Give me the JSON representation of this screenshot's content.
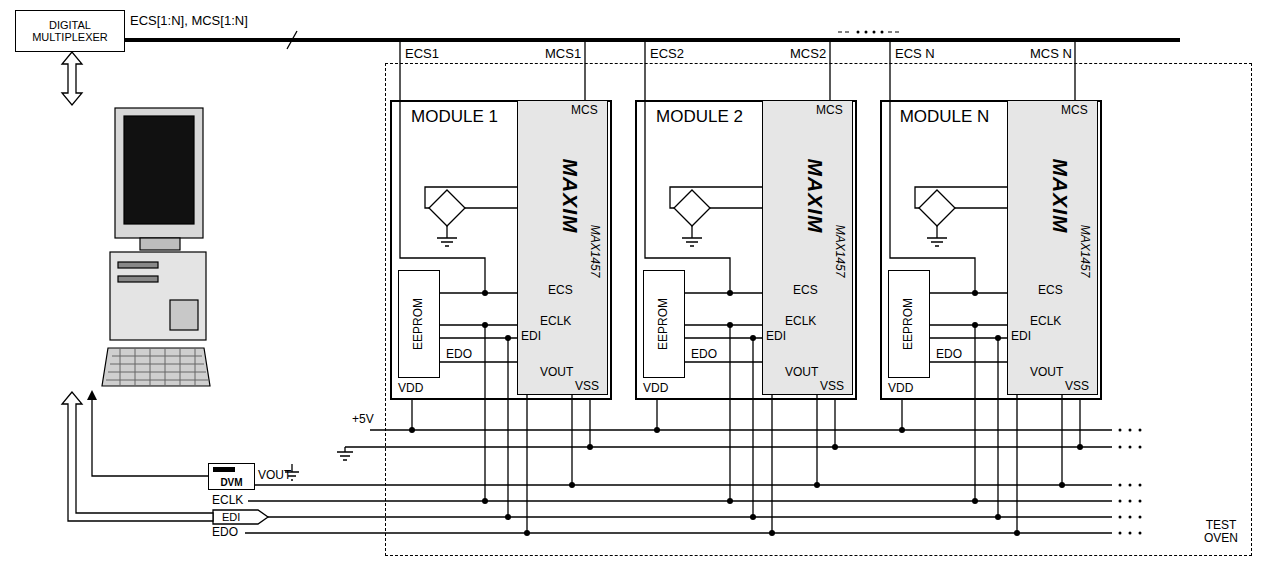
{
  "diagram": {
    "nodes": [
      {
        "text": [
          "DIGITAL MULTIPLEXER"
        ]
      },
      {
        "text": [
          "TEST OVEN"
        ]
      },
      {
        "text": [
          "MODULE 1"
        ],
        "in": 1
      },
      {
        "text": [
          "EEPROM"
        ],
        "in": 2
      },
      {
        "text": [
          "MAXIM",
          "MAX1457"
        ],
        "in": 2
      },
      {
        "text": [
          "MODULE 2"
        ],
        "in": 1
      },
      {
        "text": [
          "EEPROM"
        ],
        "in": 5
      },
      {
        "text": [
          "MAXIM",
          "MAX1457"
        ],
        "in": 5
      },
      {
        "text": [
          "MODULE N"
        ],
        "in": 1
      },
      {
        "text": [
          "EEPROM"
        ],
        "in": 8
      },
      {
        "text": [
          "MAXIM",
          "MAX1457"
        ],
        "in": 8
      },
      {
        "text": [
          "DVM"
        ]
      }
    ],
    "edges": [
      {
        "from": 0,
        "to": 4,
        "arrow": "none"
      },
      {
        "from": 0,
        "to": 7,
        "arrow": "none"
      },
      {
        "from": 0,
        "to": 10,
        "arrow": "none"
      }
    ],
    "labels": [
      "ECS[1:N], MCS[1:N]",
      "ECS1",
      "MCS1",
      "ECS2",
      "MCS2",
      "ECS N",
      "MCS N",
      "MCS",
      "ECS",
      "ECLK",
      "EDI",
      "EDO",
      "VOUT",
      "VDD",
      "VSS",
      "MCS",
      "ECS",
      "ECLK",
      "EDI",
      "EDO",
      "VOUT",
      "VDD",
      "VSS",
      "MCS",
      "ECS",
      "ECLK",
      "EDI",
      "EDO",
      "VOUT",
      "VDD",
      "VSS",
      "+5V",
      "VOUT",
      "ECLK",
      "EDI",
      "EDO"
    ]
  }
}
